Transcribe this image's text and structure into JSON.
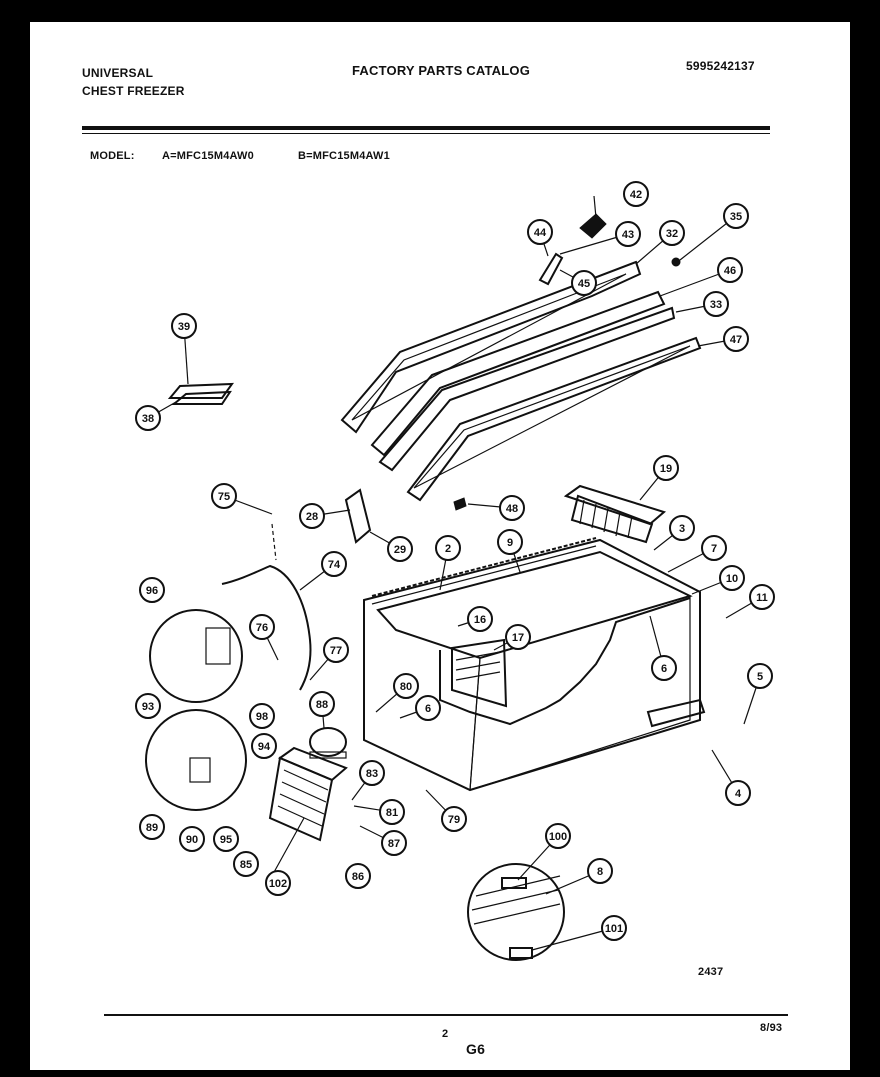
{
  "header": {
    "brand_line1": "UNIVERSAL",
    "brand_line2": "CHEST FREEZER",
    "catalog_title": "FACTORY PARTS CATALOG",
    "catalog_number": "5995242137",
    "model_label": "MODEL:",
    "model_a": "A=MFC15M4AW0",
    "model_b": "B=MFC15M4AW1"
  },
  "callouts": [
    "42",
    "44",
    "43",
    "32",
    "35",
    "45",
    "46",
    "33",
    "47",
    "39",
    "38",
    "19",
    "75",
    "28",
    "48",
    "29",
    "3",
    "2",
    "9",
    "7",
    "10",
    "11",
    "74",
    "96",
    "16",
    "17",
    "76",
    "6",
    "5",
    "77",
    "80",
    "93",
    "88",
    "98",
    "94",
    "6",
    "83",
    "4",
    "81",
    "89",
    "90",
    "95",
    "79",
    "87",
    "85",
    "102",
    "86",
    "100",
    "8",
    "101"
  ],
  "footer": {
    "diagram_code": "2437",
    "page_number": "2",
    "section": "G6",
    "date": "8/93"
  }
}
